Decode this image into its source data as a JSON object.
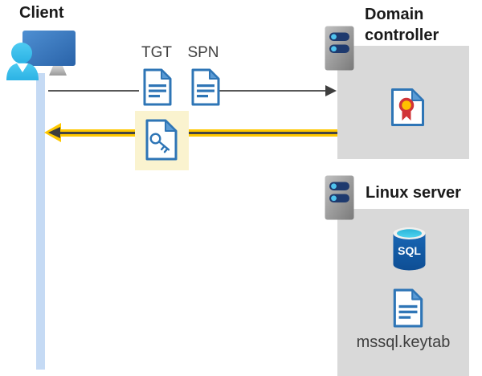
{
  "client": {
    "label": "Client"
  },
  "flow": {
    "tgt_label": "TGT",
    "spn_label": "SPN"
  },
  "domain_controller": {
    "label": "Domain controller"
  },
  "linux_server": {
    "label": "Linux server",
    "sql_icon_text": "SQL",
    "keytab_file": "mssql.keytab"
  },
  "colors": {
    "response_arrow_yellow": "#FFC800",
    "arrow_core_dark": "#454545",
    "request_arrow_gray": "#585858",
    "highlight_box_yellow": "#FAF3CF",
    "lifeline_blue": "#C5DAF4",
    "panel_gray": "#D9D9D9",
    "icon_blue": "#2E75B6",
    "fold_blue": "#5B9BD5",
    "cert_gold": "#FFC000",
    "cert_red": "#D13438",
    "person_cyan": "#38BEEC"
  }
}
